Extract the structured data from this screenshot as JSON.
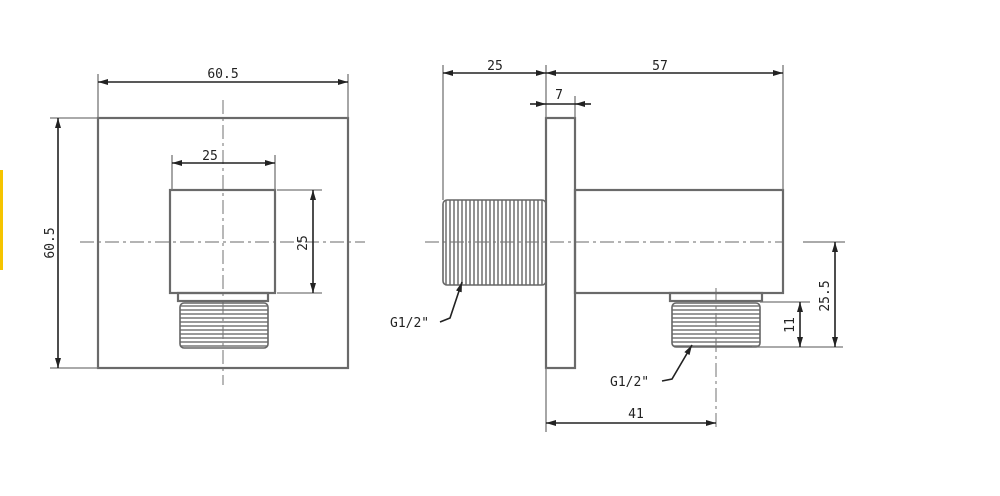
{
  "accent_color": "#f5c400",
  "front_view": {
    "width_label": "60.5",
    "height_label": "60.5",
    "outlet_width_label": "25",
    "outlet_height_label": "25"
  },
  "side_view": {
    "thread_length_label": "25",
    "body_length_label": "57",
    "plate_thickness_label": "7",
    "outlet_offset_label": "41",
    "outlet_drop_label": "25.5",
    "outlet_thread_label": "11",
    "inlet_thread_callout": "G1/2\"",
    "outlet_thread_callout": "G1/2\""
  }
}
